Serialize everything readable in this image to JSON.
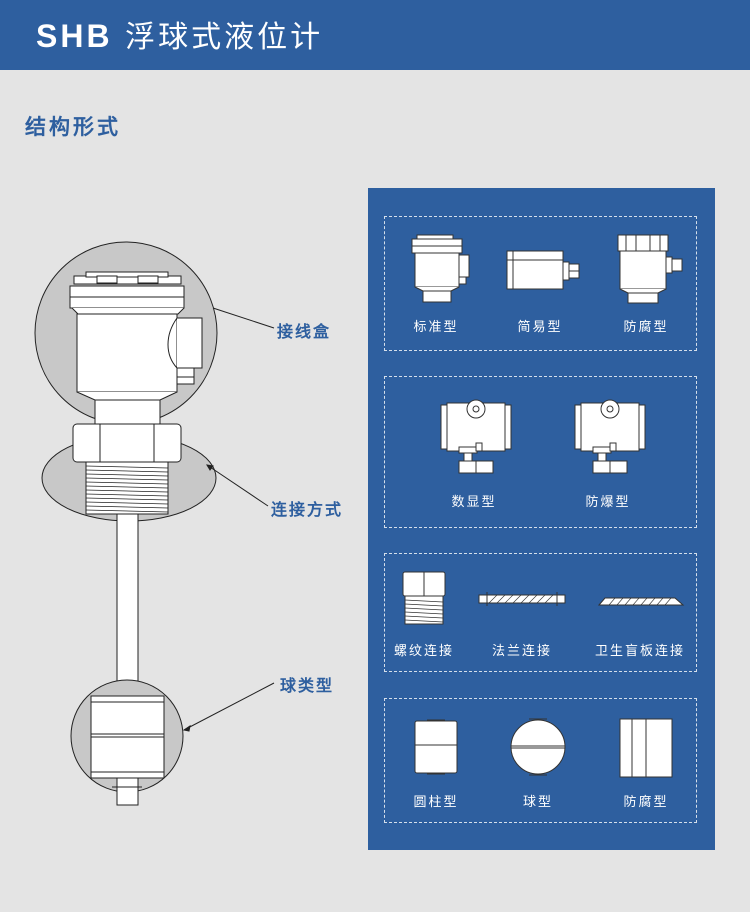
{
  "header": {
    "brand": "SHB",
    "title": "浮球式液位计"
  },
  "section": {
    "title": "结构形式"
  },
  "callouts": {
    "junction_box": "接线盒",
    "connection": "连接方式",
    "float_type": "球类型"
  },
  "panel": {
    "housings": [
      "标准型",
      "简易型",
      "防腐型"
    ],
    "displays": [
      "数显型",
      "防爆型"
    ],
    "connections": [
      "螺纹连接",
      "法兰连接",
      "卫生盲板连接"
    ],
    "floats": [
      "圆柱型",
      "球型",
      "防腐型"
    ]
  },
  "colors": {
    "brand_blue": "#2e5f9f",
    "background": "#e4e4e4"
  }
}
